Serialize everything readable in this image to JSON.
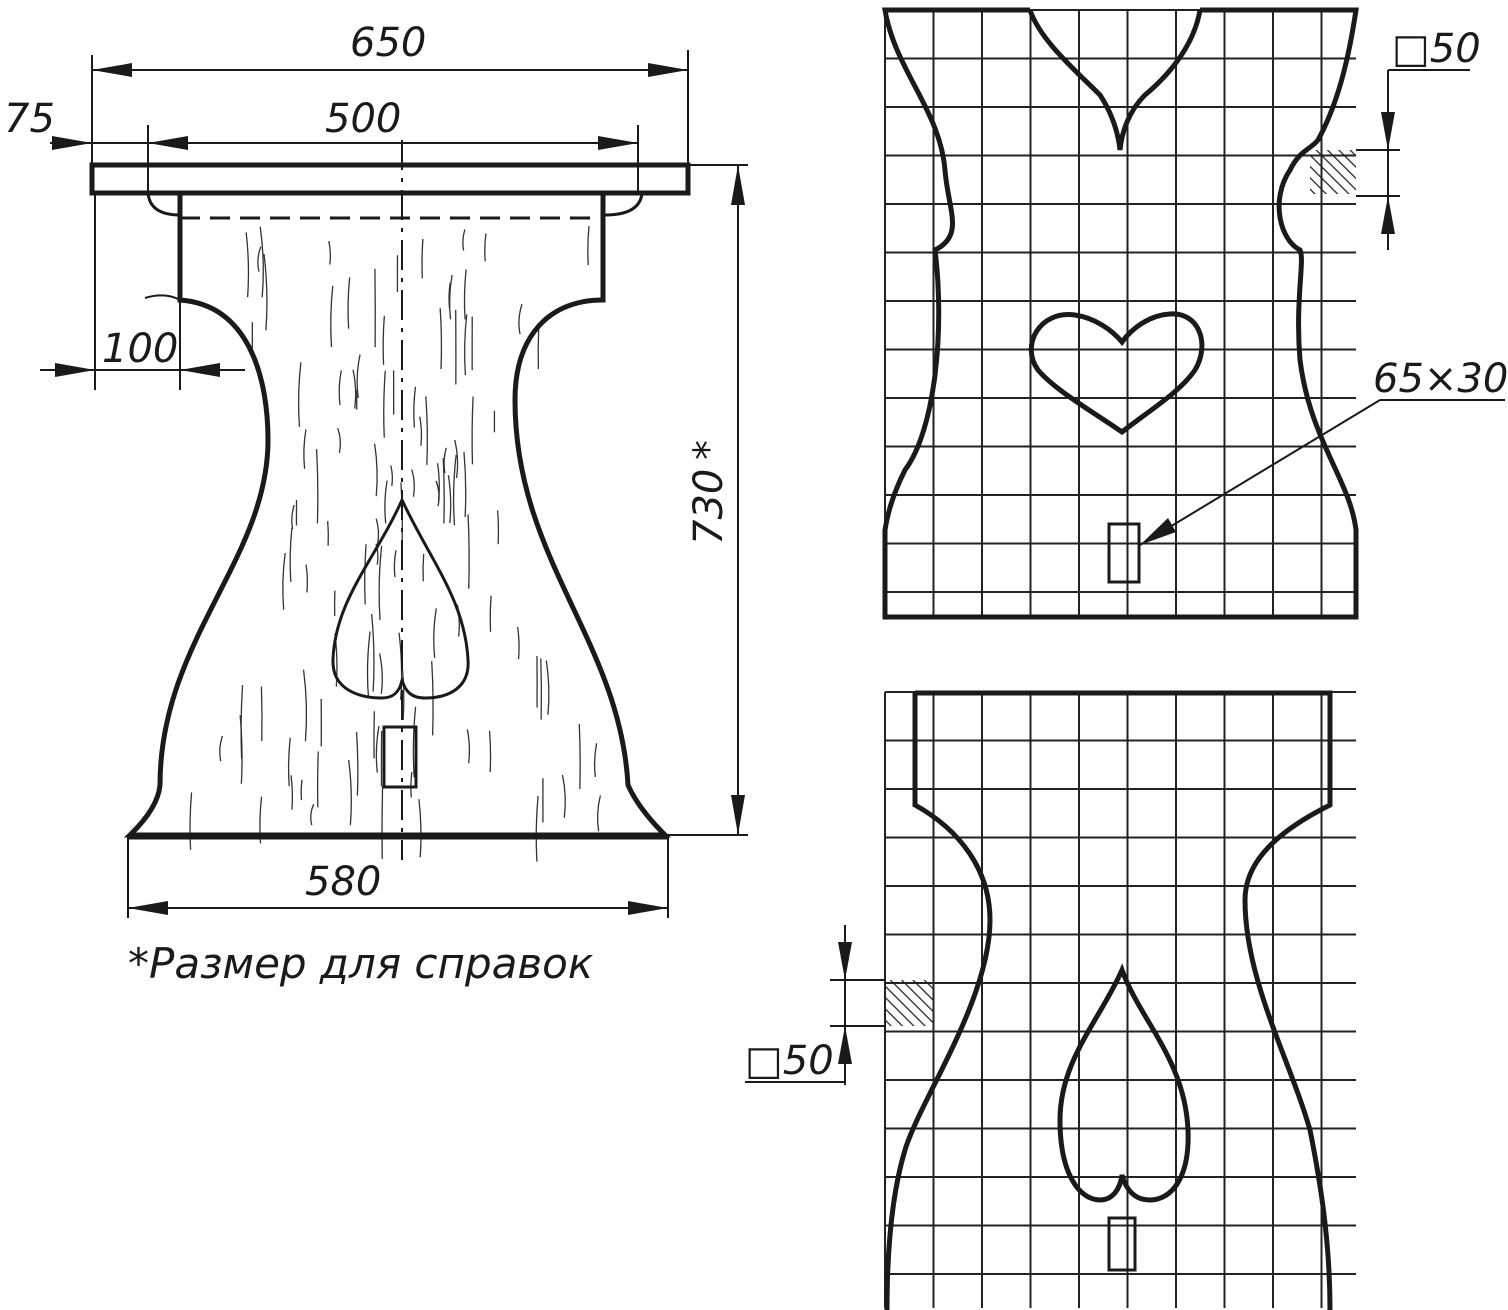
{
  "front_view": {
    "dimensions": {
      "top_width": "650",
      "inner_width": "500",
      "overhang": "75",
      "neck_offset": "100",
      "height": "730",
      "height_mark": "*",
      "base_width": "580"
    },
    "note": "*Размер для справок"
  },
  "pattern_top": {
    "grid_label": "□50",
    "slot_label": "65×30"
  },
  "pattern_bottom": {
    "grid_label": "□50"
  }
}
